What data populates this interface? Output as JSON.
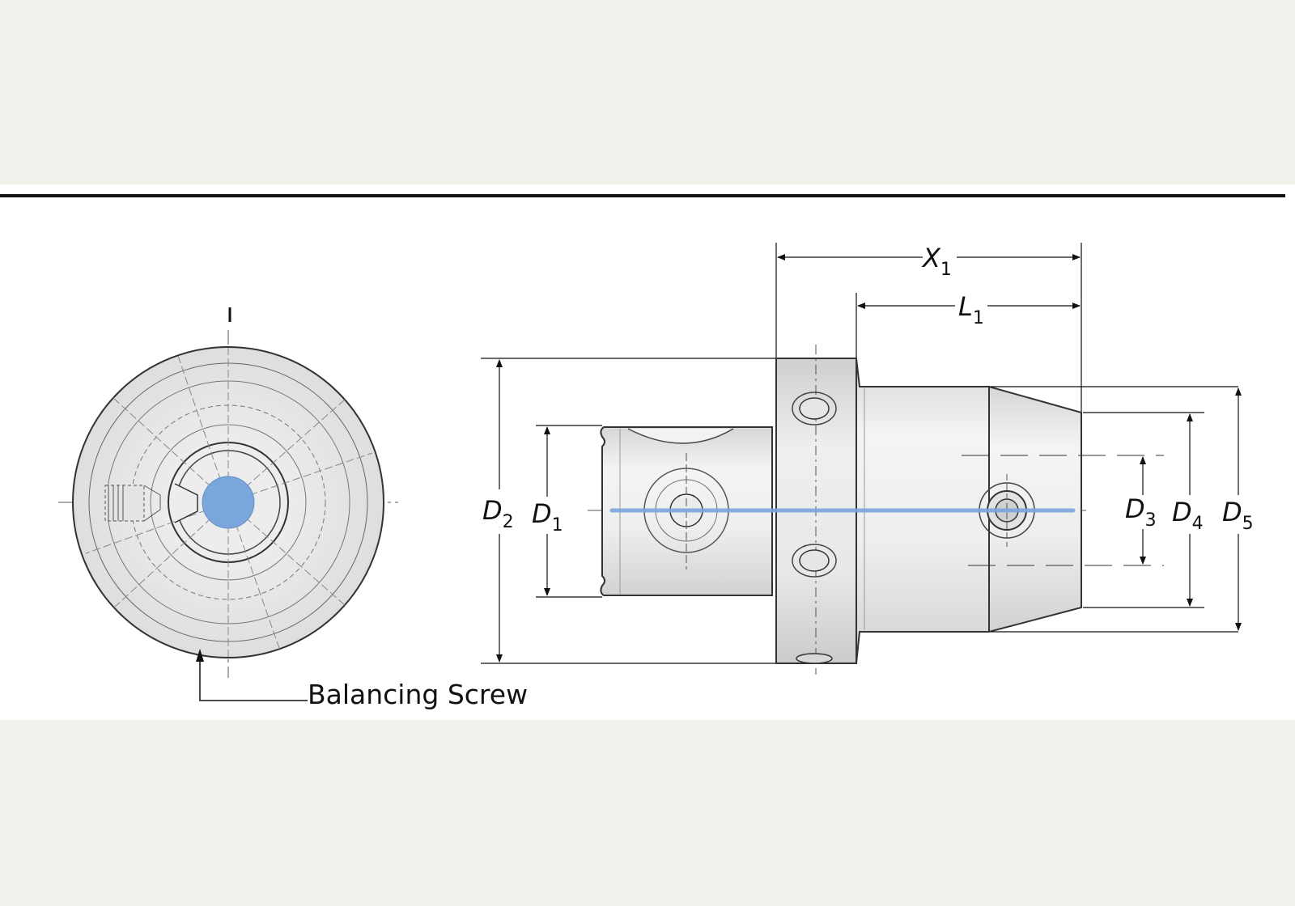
{
  "labels": {
    "x1": {
      "main": "X",
      "sub": "1"
    },
    "l1": {
      "main": "L",
      "sub": "1"
    },
    "d1": {
      "main": "D",
      "sub": "1"
    },
    "d2": {
      "main": "D",
      "sub": "2"
    },
    "d3": {
      "main": "D",
      "sub": "3"
    },
    "d4": {
      "main": "D",
      "sub": "4"
    },
    "d5": {
      "main": "D",
      "sub": "5"
    },
    "balancing_screw": "Balancing Screw"
  },
  "colors": {
    "background": "#f2f1ec",
    "drawing_area": "#ffffff",
    "line": "#111111",
    "body_fill": "#e9e9e9",
    "coolant_blue": "#7aa6dc"
  }
}
